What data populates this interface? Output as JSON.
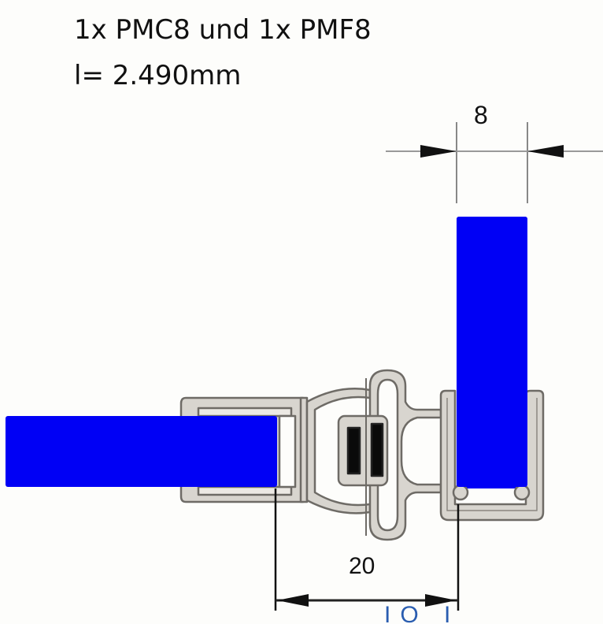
{
  "title": {
    "line1": "1x PMC8 und 1x PMF8",
    "line2": "l= 2.490mm"
  },
  "dimensions": {
    "top_width": "8",
    "bottom_gap": "20",
    "bottom_partial_label": "IO I"
  },
  "colors": {
    "glass": "#0000f5",
    "seal_fill": "#d8d5cf",
    "seal_outline": "#6e6b66",
    "dimension_line": "#222222",
    "background": "#fdfdfb"
  },
  "parts": {
    "horizontal_glass": "glass-panel-horizontal",
    "vertical_glass": "glass-panel-vertical",
    "seal_profile": "PMC8 / PMF8 magnetic seal"
  }
}
